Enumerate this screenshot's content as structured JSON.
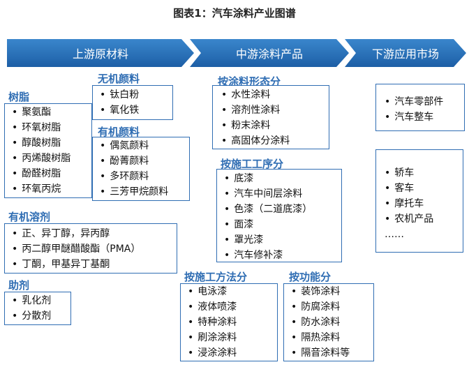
{
  "title": "图表1：汽车涂料产业图谱",
  "stages": [
    "上游原材料",
    "中游涂料产品",
    "下游应用市场"
  ],
  "upstream": {
    "inorganic_pigment": {
      "heading": "无机颜料",
      "items": [
        "钛白粉",
        "氧化铁"
      ]
    },
    "resin": {
      "heading": "树脂",
      "items": [
        "聚氨酯",
        "环氧树脂",
        "醇酸树脂",
        "丙烯酸树脂",
        "酚醛树脂",
        "环氧丙烷"
      ]
    },
    "organic_pigment": {
      "heading": "有机颜料",
      "items": [
        "偶氮颜料",
        "酚菁颜料",
        "多环颜料",
        "三芳甲烷颜料"
      ]
    },
    "organic_solvent": {
      "heading": "有机溶剂",
      "items": [
        "正、异丁醇，异丙醇",
        "丙二醇甲醚醋酸酯（PMA）",
        "丁酮，甲基异丁基酮"
      ]
    },
    "additive": {
      "heading": "助剂",
      "items": [
        "乳化剂",
        "分散剂"
      ]
    }
  },
  "midstream": {
    "by_form": {
      "heading": "按涂料形态分",
      "items": [
        "水性涂料",
        "溶剂性涂料",
        "粉末涂料",
        "高固体分涂料"
      ]
    },
    "by_process": {
      "heading": "按施工工序分",
      "items": [
        "底漆",
        "汽车中间层涂料",
        "色漆（二道底漆）",
        "面漆",
        "罩光漆",
        "汽车修补漆"
      ]
    },
    "by_method": {
      "heading": "按施工方法分",
      "items": [
        "电泳漆",
        "液体喷漆",
        "特种涂料",
        "刷涂涂料",
        "浸涂涂料"
      ]
    },
    "by_function": {
      "heading": "按功能分",
      "items": [
        "装饰涂料",
        "防腐涂料",
        "防水涂料",
        "隔热涂料",
        "隔音涂料等"
      ]
    }
  },
  "downstream": {
    "group1": {
      "items": [
        "汽车零部件",
        "汽车整车"
      ]
    },
    "group2": {
      "items": [
        "轿车",
        "客车",
        "摩托车",
        "农机产品"
      ],
      "ellipsis": "……"
    }
  }
}
